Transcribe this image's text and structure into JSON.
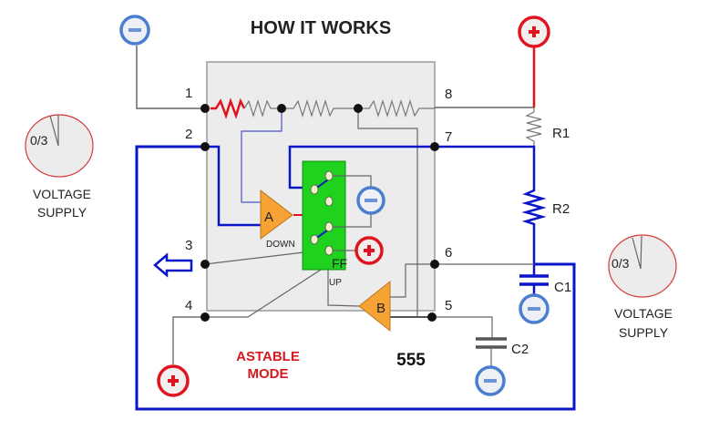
{
  "title": "HOW IT WORKS",
  "chip_label": "555",
  "mode_label_line1": "ASTABLE",
  "mode_label_line2": "MODE",
  "pins": {
    "p1": "1",
    "p2": "2",
    "p3": "3",
    "p4": "4",
    "p5": "5",
    "p6": "6",
    "p7": "7",
    "p8": "8"
  },
  "components": {
    "r1": "R1",
    "r2": "R2",
    "c1": "C1",
    "c2": "C2",
    "comparator_a": "A",
    "comparator_b": "B",
    "flipflop": "FF",
    "down": "DOWN",
    "up": "UP"
  },
  "voltage_meters": [
    {
      "reading": "0/3",
      "label_line1": "VOLTAGE",
      "label_line2": "SUPPLY"
    },
    {
      "reading": "0/3",
      "label_line1": "VOLTAGE",
      "label_line2": "SUPPLY"
    }
  ],
  "colors": {
    "positive": "#e0141e",
    "negative": "#4a7fd0",
    "wire_blue": "#0a14c8",
    "wire_gray": "#666666",
    "chip_fill": "#ececec",
    "ff_green": "#1ed21e",
    "comparator_orange": "#f7a234",
    "mode_red": "#d71920"
  }
}
